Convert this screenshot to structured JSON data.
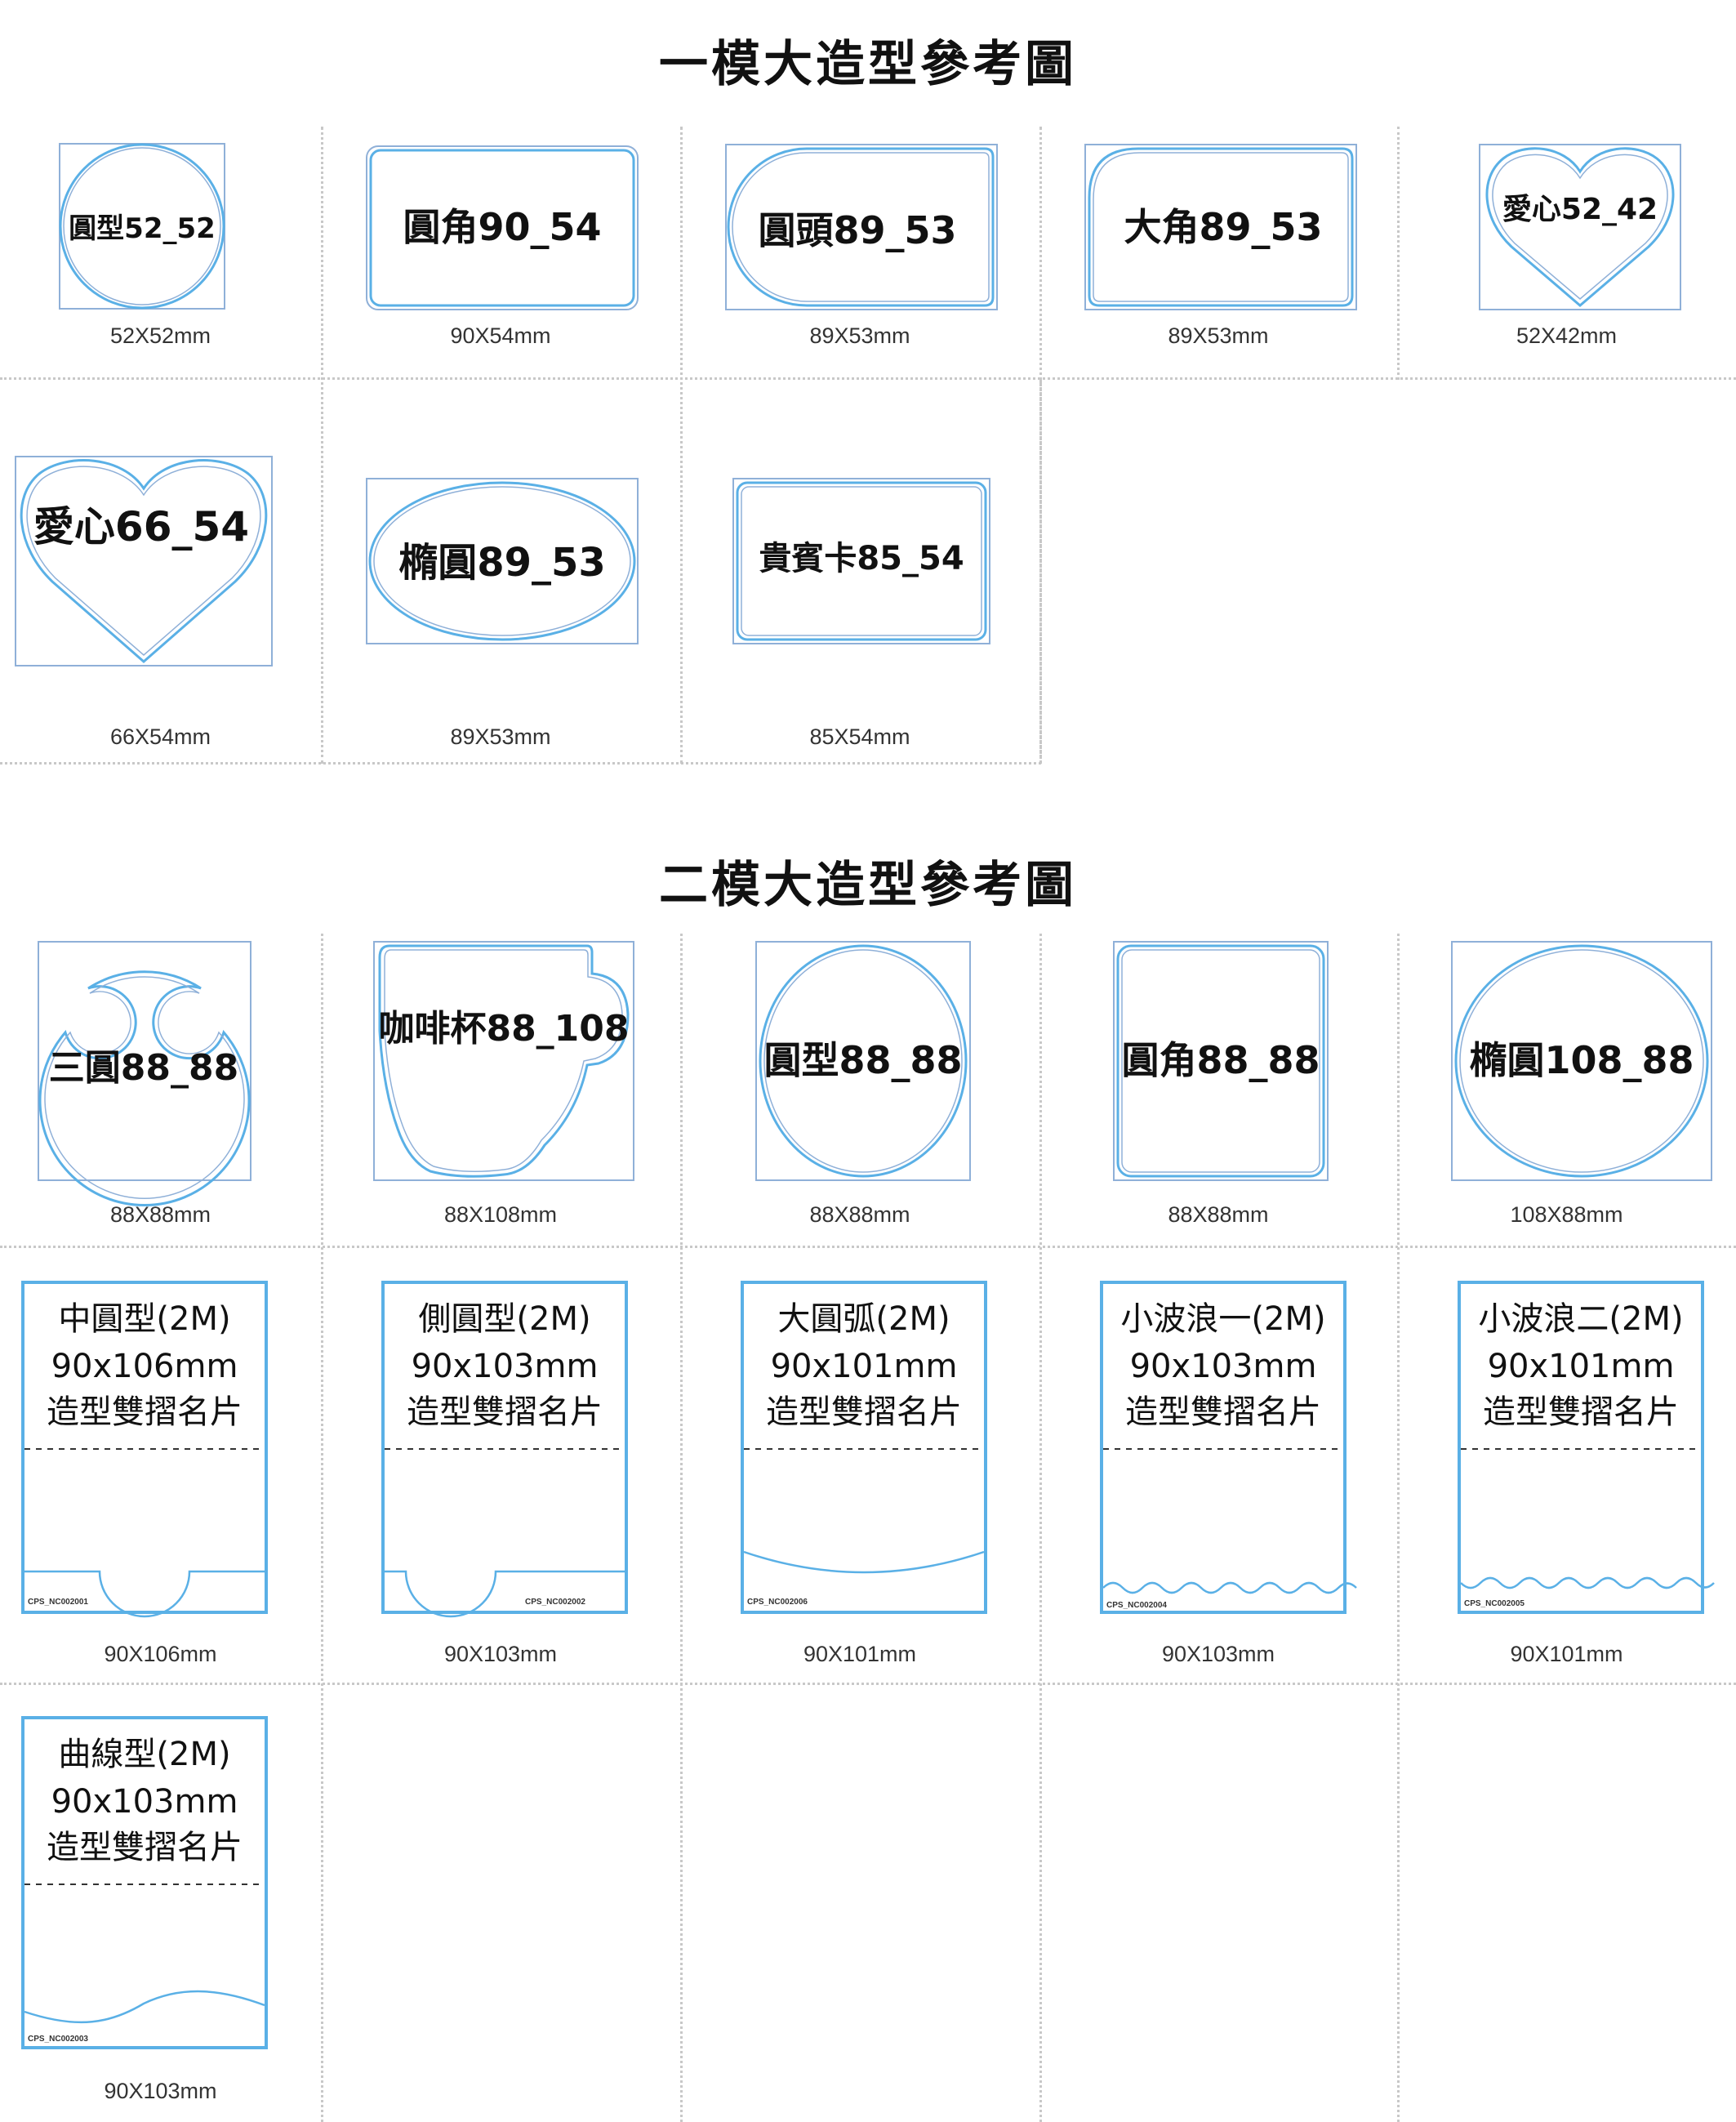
{
  "section1": {
    "title": "一模大造型參考圖",
    "items": [
      {
        "label": "圓型52_52",
        "size": "52X52mm"
      },
      {
        "label": "圓角90_54",
        "size": "90X54mm"
      },
      {
        "label": "圓頭89_53",
        "size": "89X53mm"
      },
      {
        "label": "大角89_53",
        "size": "89X53mm"
      },
      {
        "label": "愛心52_42",
        "size": "52X42mm"
      },
      {
        "label": "愛心66_54",
        "size": "66X54mm"
      },
      {
        "label": "橢圓89_53",
        "size": "89X53mm"
      },
      {
        "label": "貴賓卡85_54",
        "size": "85X54mm"
      }
    ]
  },
  "section2": {
    "title": "二模大造型參考圖",
    "items": [
      {
        "label": "三圓88_88",
        "size": "88X88mm"
      },
      {
        "label": "咖啡杯88_108",
        "size": "88X108mm"
      },
      {
        "label": "圓型88_88",
        "size": "88X88mm"
      },
      {
        "label": "圓角88_88",
        "size": "88X88mm"
      },
      {
        "label": "橢圓108_88",
        "size": "108X88mm"
      }
    ],
    "folded": [
      {
        "line1": "中圓型(2M)",
        "line2": "90x106mm",
        "line3": "造型雙摺名片",
        "code": "CPS_NC002001",
        "size": "90X106mm"
      },
      {
        "line1": "側圓型(2M)",
        "line2": "90x103mm",
        "line3": "造型雙摺名片",
        "code": "CPS_NC002002",
        "size": "90X103mm"
      },
      {
        "line1": "大圓弧(2M)",
        "line2": "90x101mm",
        "line3": "造型雙摺名片",
        "code": "CPS_NC002006",
        "size": "90X101mm"
      },
      {
        "line1": "小波浪一(2M)",
        "line2": "90x103mm",
        "line3": "造型雙摺名片",
        "code": "CPS_NC002004",
        "size": "90X103mm"
      },
      {
        "line1": "小波浪二(2M)",
        "line2": "90x101mm",
        "line3": "造型雙摺名片",
        "code": "CPS_NC002005",
        "size": "90X101mm"
      },
      {
        "line1": "曲線型(2M)",
        "line2": "90x103mm",
        "line3": "造型雙摺名片",
        "code": "CPS_NC002003",
        "size": "90X103mm"
      }
    ]
  },
  "colors": {
    "outline": "#8fb0d8",
    "cut": "#5ab0e6",
    "grid": "#c8c8c8"
  }
}
